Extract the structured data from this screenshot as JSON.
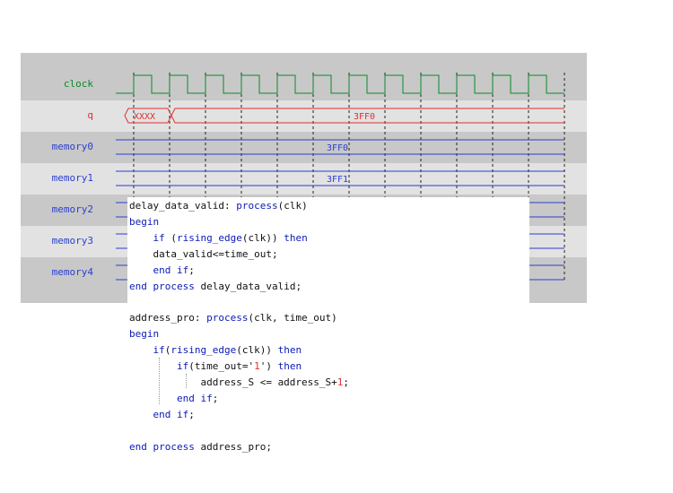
{
  "waveform": {
    "signals": [
      {
        "id": "clock",
        "label": "clock",
        "kind": "clock",
        "color": "#0a8a2a"
      },
      {
        "id": "q",
        "label": "q",
        "kind": "bus",
        "color": "#e03030",
        "values": [
          "XXXX",
          "3FF0"
        ]
      },
      {
        "id": "memory0",
        "label": "memory0",
        "kind": "bus",
        "color": "#2a3fd0",
        "values": [
          "3FF0"
        ]
      },
      {
        "id": "memory1",
        "label": "memory1",
        "kind": "bus",
        "color": "#2a3fd0",
        "values": [
          "3FF1"
        ]
      },
      {
        "id": "memory2",
        "label": "memory2",
        "kind": "bus",
        "color": "#2a3fd0",
        "values": []
      },
      {
        "id": "memory3",
        "label": "memory3",
        "kind": "bus",
        "color": "#2a3fd0",
        "values": []
      },
      {
        "id": "memory4",
        "label": "memory4",
        "kind": "bus",
        "color": "#2a3fd0",
        "values": []
      }
    ]
  },
  "code_block_1": [
    [
      {
        "t": "delay_data_valid: "
      },
      {
        "t": "process",
        "k": 1
      },
      {
        "t": "(clk)"
      }
    ],
    [
      {
        "t": "begin",
        "k": 1
      }
    ],
    [
      {
        "t": "    "
      },
      {
        "t": "if",
        "k": 1
      },
      {
        "t": " ("
      },
      {
        "t": "rising_edge",
        "k": 1
      },
      {
        "t": "(clk)) "
      },
      {
        "t": "then",
        "k": 1
      }
    ],
    [
      {
        "t": "    data_valid<=time_out;"
      }
    ],
    [
      {
        "t": "    "
      },
      {
        "t": "end if",
        "k": 1
      },
      {
        "t": ";"
      }
    ],
    [
      {
        "t": "end process",
        "k": 1
      },
      {
        "t": " delay_data_valid;"
      }
    ]
  ],
  "code_block_2": [
    [
      {
        "t": "address_pro: "
      },
      {
        "t": "process",
        "k": 1
      },
      {
        "t": "(clk, time_out)"
      }
    ],
    [
      {
        "t": "begin",
        "k": 1
      }
    ],
    [
      {
        "t": "    "
      },
      {
        "t": "if",
        "k": 1
      },
      {
        "t": "("
      },
      {
        "t": "rising_edge",
        "k": 1
      },
      {
        "t": "(clk)) "
      },
      {
        "t": "then",
        "k": 1
      }
    ],
    [
      {
        "t": "        "
      },
      {
        "t": "if",
        "k": 1
      },
      {
        "t": "(time_out='"
      },
      {
        "t": "1",
        "n": 1
      },
      {
        "t": "') "
      },
      {
        "t": "then",
        "k": 1
      }
    ],
    [
      {
        "t": "            address_S <= address_S+"
      },
      {
        "t": "1",
        "n": 1
      },
      {
        "t": ";"
      }
    ],
    [
      {
        "t": "        "
      },
      {
        "t": "end if",
        "k": 1
      },
      {
        "t": ";"
      }
    ],
    [
      {
        "t": "    "
      },
      {
        "t": "end if",
        "k": 1
      },
      {
        "t": ";"
      }
    ],
    [
      {
        "t": ""
      }
    ],
    [
      {
        "t": "end process",
        "k": 1
      },
      {
        "t": " address_pro;"
      }
    ]
  ]
}
